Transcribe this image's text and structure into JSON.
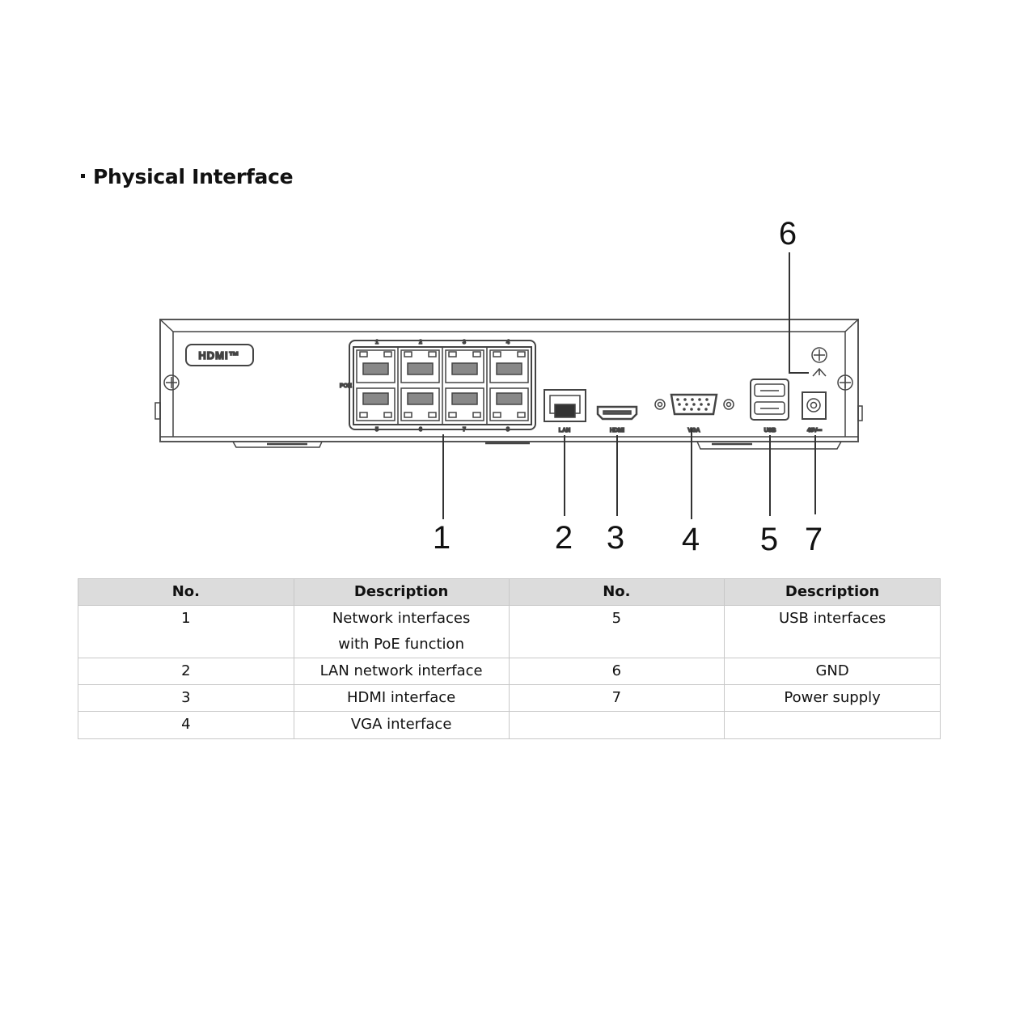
{
  "heading": "Physical Interface",
  "diagram": {
    "callouts": [
      "1",
      "2",
      "3",
      "4",
      "5",
      "6",
      "7"
    ],
    "port_labels": {
      "brand_logo": "HDMI™",
      "poe": "POE",
      "poe_top_numbers": [
        "1",
        "2",
        "3",
        "4"
      ],
      "poe_bottom_numbers": [
        "5",
        "6",
        "7",
        "8"
      ],
      "lan": "LAN",
      "hdmi": "HDMI",
      "vga": "VGA",
      "usb": "USB",
      "power": "48V⎓"
    }
  },
  "table": {
    "headers": [
      "No.",
      "Description",
      "No.",
      "Description"
    ],
    "rows": [
      {
        "no_left": "1",
        "desc_left": "Network interfaces with PoE function",
        "no_right": "5",
        "desc_right": "USB interfaces"
      },
      {
        "no_left": "2",
        "desc_left": "LAN network interface",
        "no_right": "6",
        "desc_right": "GND"
      },
      {
        "no_left": "3",
        "desc_left": "HDMI interface",
        "no_right": "7",
        "desc_right": "Power supply"
      },
      {
        "no_left": "4",
        "desc_left": "VGA interface",
        "no_right": "",
        "desc_right": ""
      }
    ]
  }
}
